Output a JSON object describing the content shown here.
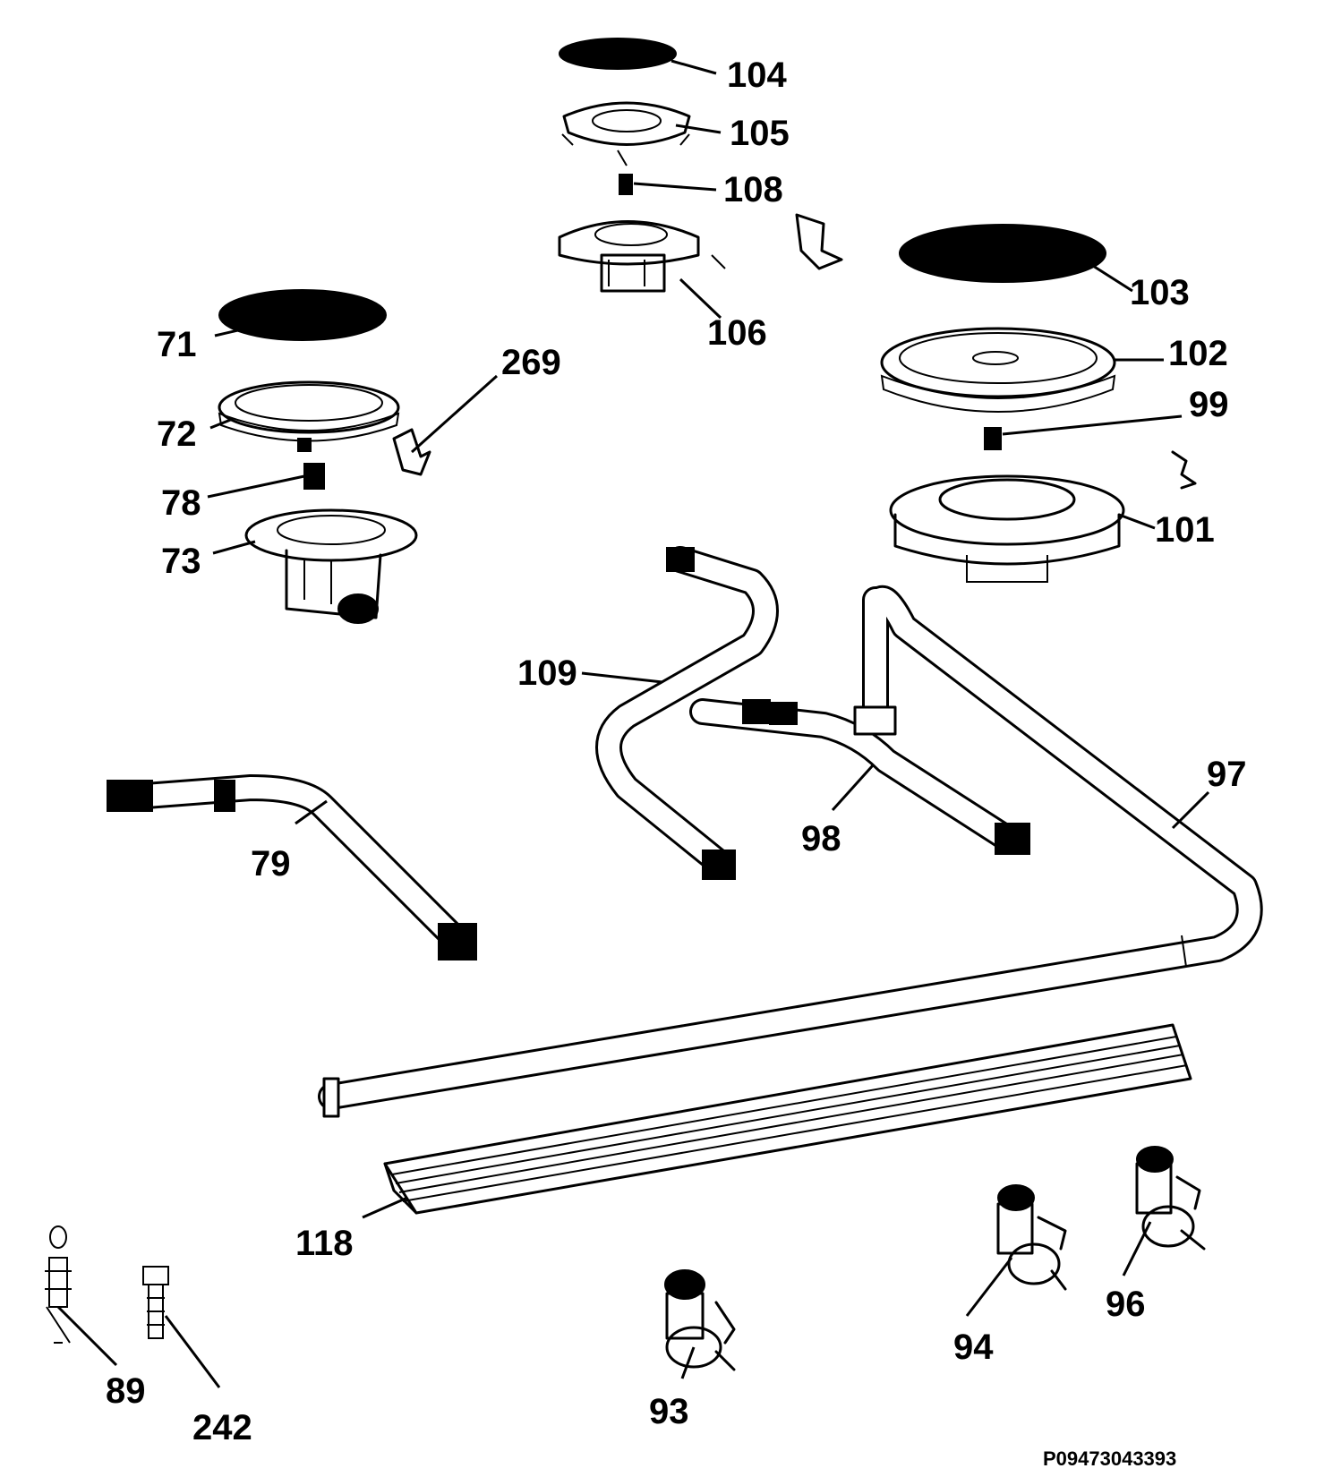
{
  "diagram": {
    "document_id": "P09473043393",
    "callouts": [
      {
        "id": "104",
        "label": "104"
      },
      {
        "id": "105",
        "label": "105"
      },
      {
        "id": "108",
        "label": "108"
      },
      {
        "id": "106",
        "label": "106"
      },
      {
        "id": "103",
        "label": "103"
      },
      {
        "id": "102",
        "label": "102"
      },
      {
        "id": "99",
        "label": "99"
      },
      {
        "id": "101",
        "label": "101"
      },
      {
        "id": "71",
        "label": "71"
      },
      {
        "id": "72",
        "label": "72"
      },
      {
        "id": "78",
        "label": "78"
      },
      {
        "id": "73",
        "label": "73"
      },
      {
        "id": "269",
        "label": "269"
      },
      {
        "id": "109",
        "label": "109"
      },
      {
        "id": "79",
        "label": "79"
      },
      {
        "id": "98",
        "label": "98"
      },
      {
        "id": "97",
        "label": "97"
      },
      {
        "id": "118",
        "label": "118"
      },
      {
        "id": "89",
        "label": "89"
      },
      {
        "id": "242",
        "label": "242"
      },
      {
        "id": "93",
        "label": "93"
      },
      {
        "id": "94",
        "label": "94"
      },
      {
        "id": "96",
        "label": "96"
      }
    ]
  }
}
